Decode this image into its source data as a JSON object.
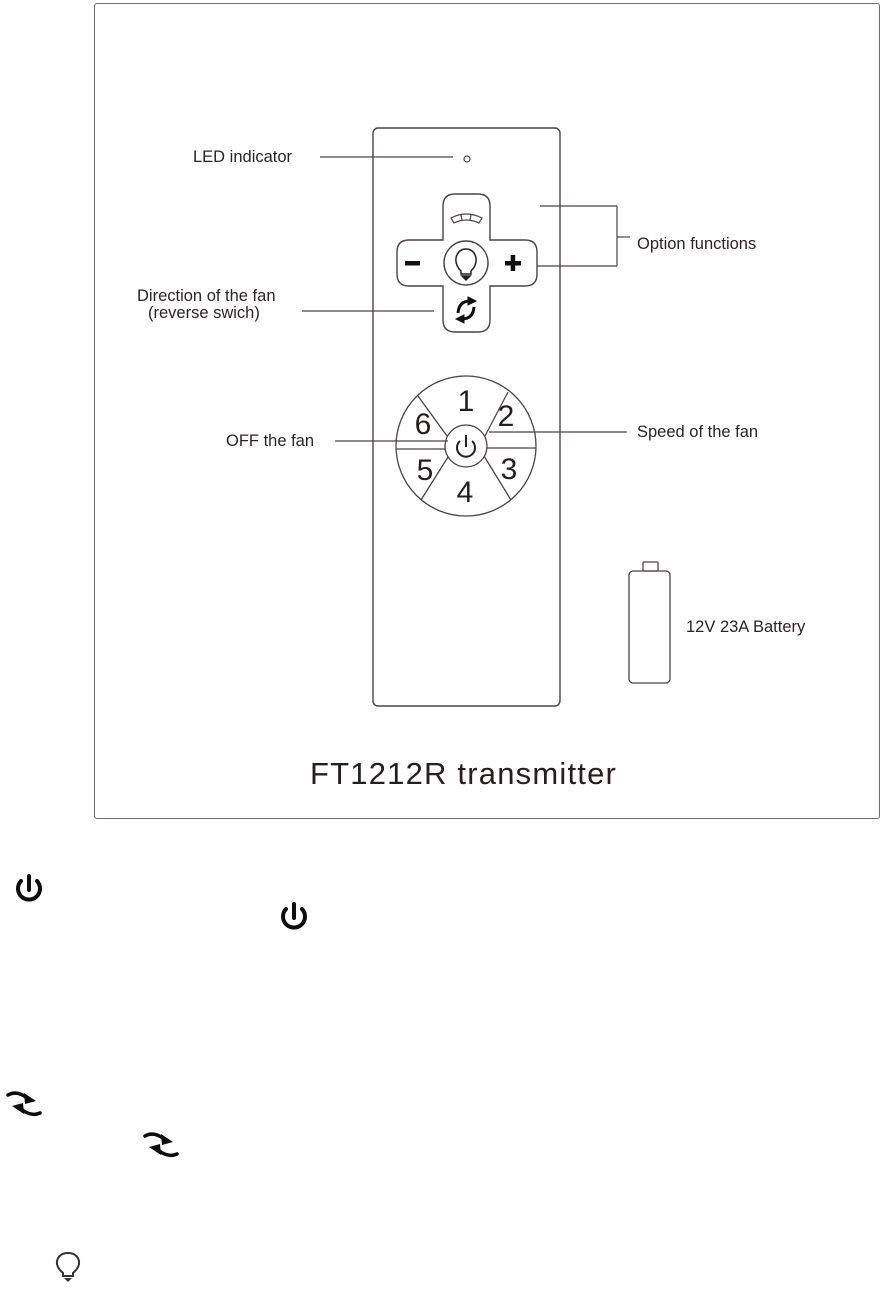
{
  "diagram": {
    "title": "FT1212R  transmitter",
    "labels": {
      "led_indicator": "LED indicator",
      "direction_line1": "Direction of the fan",
      "direction_line2": "(reverse swich)",
      "option_functions": "Option functions",
      "off_the_fan": "OFF the fan",
      "speed_of_the_fan": "Speed of the fan",
      "battery": "12V 23A Battery"
    },
    "dpad": {
      "up": "light-dimmer-icon",
      "left": "−",
      "right": "+",
      "center": "light-bulb-icon",
      "down": "reverse-arrows-icon"
    },
    "speed_buttons": [
      "1",
      "2",
      "3",
      "4",
      "5",
      "6"
    ],
    "center_button": "power-icon"
  },
  "below_frame_icons": [
    {
      "icon": "power-icon"
    },
    {
      "icon": "power-icon"
    },
    {
      "icon": "reverse-icon"
    },
    {
      "icon": "reverse-icon"
    },
    {
      "icon": "light-bulb-icon"
    }
  ],
  "colors": {
    "line": "#4a4443",
    "frame": "#6e6e6e",
    "text": "#2a2524",
    "icon_black": "#0d0d0d"
  }
}
